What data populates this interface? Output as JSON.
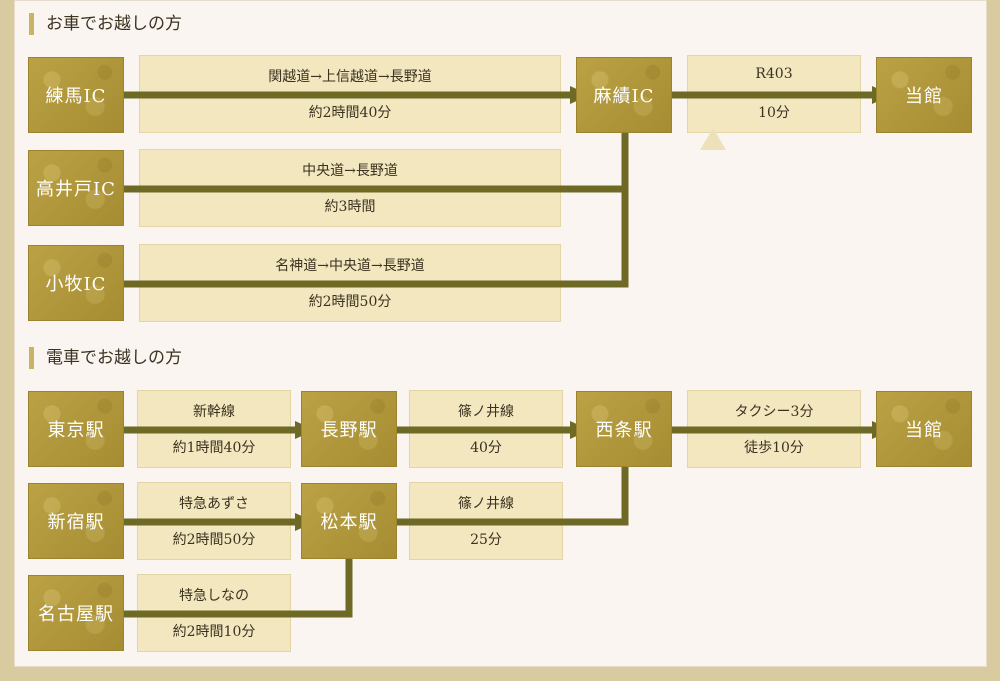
{
  "car": {
    "title": "お車でお越しの方",
    "rows": [
      {
        "from": "練馬IC",
        "route": "関越道→上信越道→長野道",
        "time": "約2時間40分"
      },
      {
        "from": "高井戸IC",
        "route": "中央道→長野道",
        "time": "約3時間"
      },
      {
        "from": "小牧IC",
        "route": "名神道→中央道→長野道",
        "time": "約2時間50分"
      }
    ],
    "junction": "麻績IC",
    "final_route": "R403",
    "final_time": "10分",
    "dest": "当館"
  },
  "train": {
    "title": "電車でお越しの方",
    "tokyo": {
      "from": "東京駅",
      "route": "新幹線",
      "time": "約1時間40分"
    },
    "nagano": {
      "station": "長野駅",
      "route": "篠ノ井線",
      "time": "40分"
    },
    "shinjuku": {
      "from": "新宿駅",
      "route": "特急あずさ",
      "time": "約2時間50分"
    },
    "matsumoto": {
      "station": "松本駅",
      "route": "篠ノ井線",
      "time": "25分"
    },
    "nagoya": {
      "from": "名古屋駅",
      "route": "特急しなの",
      "time": "約2時間10分"
    },
    "saijo": "西条駅",
    "final_route": "タクシー3分",
    "final_time": "徒歩10分",
    "dest": "当館"
  },
  "colors": {
    "node": "#b39a3d",
    "route_bg": "#f2e7bf",
    "arrow": "#6e6a26"
  }
}
